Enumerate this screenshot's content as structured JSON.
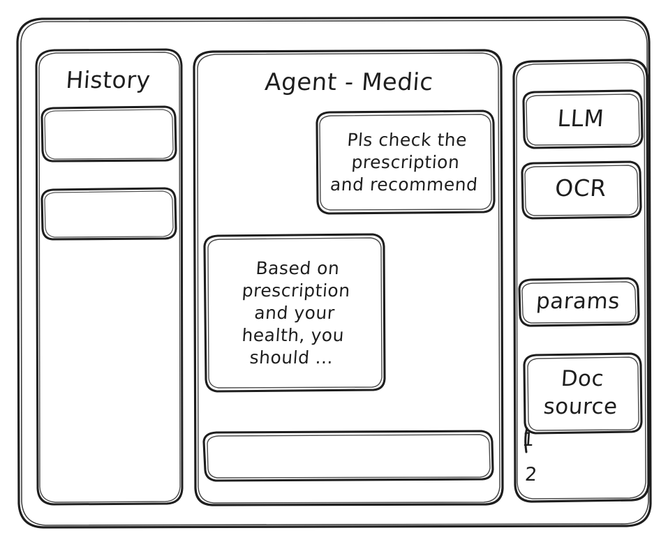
{
  "window": {
    "name": "agent-medic-wireframe"
  },
  "sidebar_left": {
    "title": "History",
    "items": [
      {
        "label": "",
        "name": "history-item-1"
      },
      {
        "label": "",
        "name": "history-item-2"
      }
    ]
  },
  "main": {
    "title": "Agent - Medic",
    "messages": [
      {
        "role": "user",
        "text": "Pls check the\nprescription\nand recommend"
      },
      {
        "role": "assistant",
        "text": "Based on\nprescription\nand your\nhealth, you\nshould ..."
      }
    ],
    "composer": {
      "value": "",
      "placeholder": ""
    }
  },
  "sidebar_right": {
    "tools": [
      {
        "label": "LLM",
        "name": "llm-button"
      },
      {
        "label": "OCR",
        "name": "ocr-button"
      },
      {
        "label": "params",
        "name": "params-button"
      }
    ],
    "doc_source": {
      "label": "Doc\nsource",
      "sources": [
        "1",
        "2"
      ]
    }
  },
  "style": {
    "stroke": "#1e1e1e",
    "background": "#ffffff"
  }
}
